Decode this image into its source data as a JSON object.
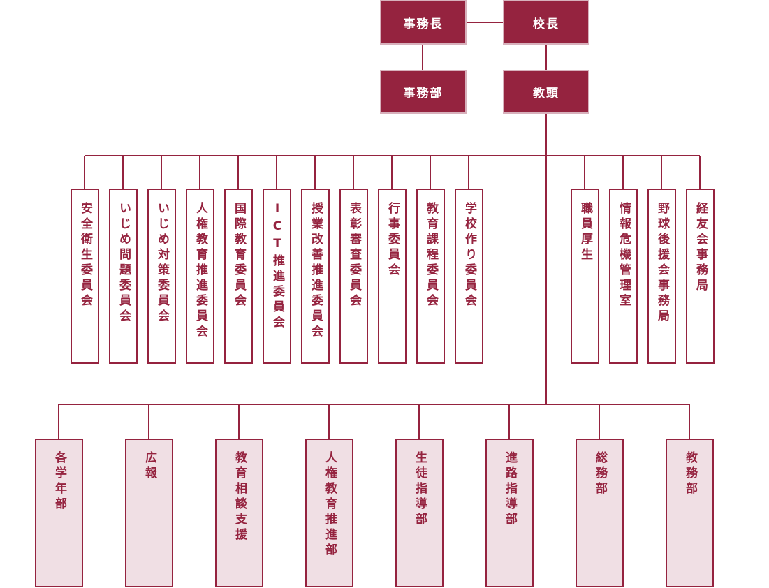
{
  "colors": {
    "primary": "#95233f",
    "topBorder": "#d7b1bc",
    "deptFill": "#f0dfe4"
  },
  "top": {
    "office_head": "事務長",
    "principal": "校長",
    "office_dept": "事務部",
    "vice_principal": "教頭"
  },
  "committees": [
    "安全衛生委員会",
    "いじめ問題委員会",
    "いじめ対策委員会",
    "人権教育推進委員会",
    "国際教育委員会",
    "ICT推進委員会",
    "授業改善推進委員会",
    "表彰審査委員会",
    "行事委員会",
    "教育課程委員会",
    "学校作り委員会"
  ],
  "offices": [
    "職員厚生",
    "情報危機管理室",
    "野球後援会事務局",
    "経友会事務局"
  ],
  "departments": [
    "各学年部",
    "広報",
    "教育相談支援",
    "人権教育推進部",
    "生徒指導部",
    "進路指導部",
    "総務部",
    "教務部"
  ]
}
